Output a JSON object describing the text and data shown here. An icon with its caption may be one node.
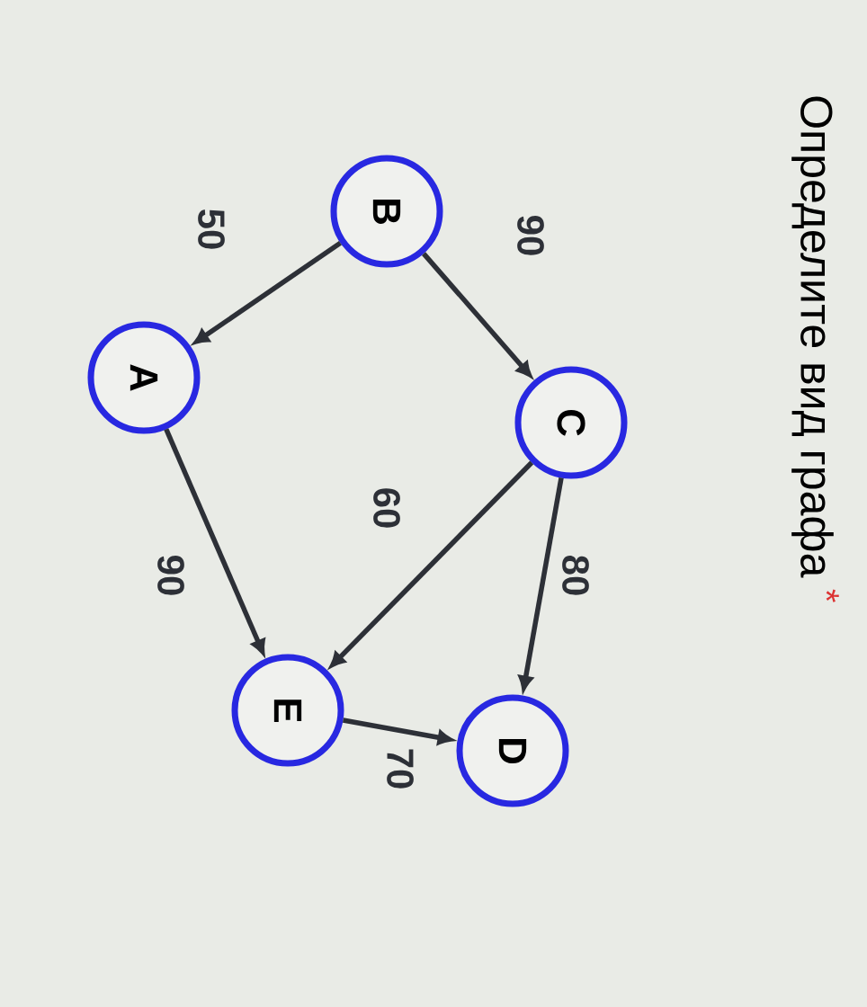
{
  "diagram": {
    "title": "Определите вид графа",
    "nodes": [
      {
        "text": [
          "B"
        ]
      },
      {
        "text": [
          "A"
        ]
      },
      {
        "text": [
          "C"
        ]
      },
      {
        "text": [
          "E"
        ]
      },
      {
        "text": [
          "D"
        ]
      }
    ],
    "edges": [
      {
        "from": 0,
        "to": 1,
        "arrow": "to",
        "label": "50"
      },
      {
        "from": 0,
        "to": 2,
        "arrow": "to",
        "label": "90"
      },
      {
        "from": 2,
        "to": 3,
        "arrow": "to",
        "label": "60"
      },
      {
        "from": 2,
        "to": 4,
        "arrow": "to",
        "label": "80"
      },
      {
        "from": 1,
        "to": 3,
        "arrow": "to",
        "label": "90"
      },
      {
        "from": 3,
        "to": 4,
        "arrow": "to",
        "label": "70"
      }
    ],
    "labels": [
      "*"
    ]
  }
}
